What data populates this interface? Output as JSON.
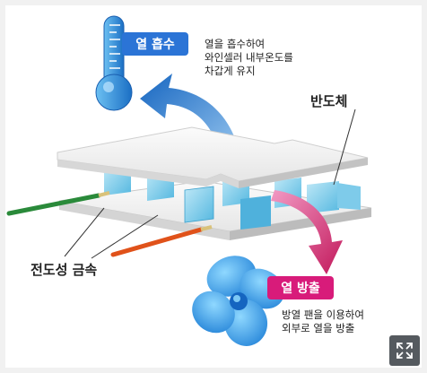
{
  "labels": {
    "heat_absorb_badge": "열 흡수",
    "heat_absorb_desc": "열을 흡수하여\n와인셀러 내부온도를\n차갑게 유지",
    "semiconductor": "반도체",
    "conductive_metal": "전도성 금속",
    "heat_emit_badge": "열 방출",
    "heat_emit_desc": "방열 팬을 이용하여\n외부로 열을 방출"
  },
  "colors": {
    "cold_blue": "#2b74d6",
    "hot_pink": "#d81b7a",
    "wire_green": "#2a8a3a",
    "wire_orange": "#e0521a"
  },
  "icons": [
    "thermometer-icon",
    "fan-icon",
    "expand-icon"
  ]
}
